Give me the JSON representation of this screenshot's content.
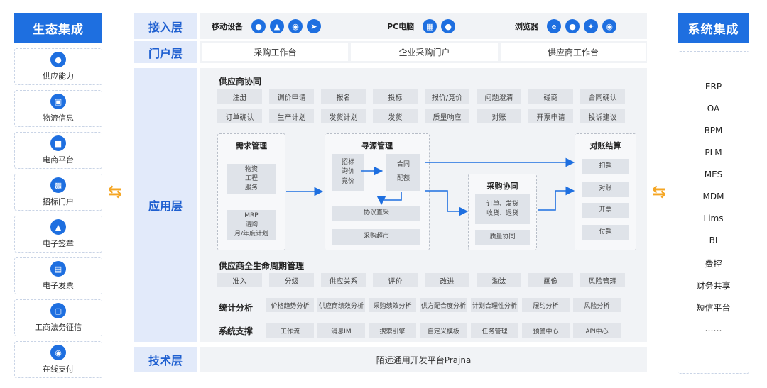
{
  "ecosystem": {
    "title": "生态集成",
    "items": [
      {
        "label": "供应能力",
        "icon": "people-icon"
      },
      {
        "label": "物流信息",
        "icon": "logistics-icon"
      },
      {
        "label": "电商平台",
        "icon": "cart-icon"
      },
      {
        "label": "招标门户",
        "icon": "portal-icon"
      },
      {
        "label": "电子签章",
        "icon": "stamp-icon"
      },
      {
        "label": "电子发票",
        "icon": "invoice-icon"
      },
      {
        "label": "工商法务征信",
        "icon": "credit-icon"
      },
      {
        "label": "在线支付",
        "icon": "payment-icon"
      }
    ]
  },
  "access_layer": {
    "label": "接入层",
    "groups": [
      {
        "label": "移动设备",
        "icons": [
          "apple-icon",
          "android-icon",
          "wechat-icon",
          "share-icon"
        ]
      },
      {
        "label": "PC电脑",
        "icons": [
          "windows-icon",
          "apple-icon"
        ]
      },
      {
        "label": "浏览器",
        "icons": [
          "ie-icon",
          "firefox-icon",
          "safari-icon",
          "chrome-icon"
        ]
      }
    ]
  },
  "portal_layer": {
    "label": "门户层",
    "items": [
      "采购工作台",
      "企业采购门户",
      "供应商工作台"
    ]
  },
  "app_layer": {
    "label": "应用层",
    "supplier_collab": {
      "title": "供应商协同",
      "row1": [
        "注册",
        "调价申请",
        "报名",
        "投标",
        "报价/竞价",
        "问题澄清",
        "磋商",
        "合同确认"
      ],
      "row2": [
        "订单确认",
        "生产计划",
        "发货计划",
        "发货",
        "质量响应",
        "对账",
        "开票申请",
        "投诉建议"
      ]
    },
    "demand": {
      "title": "需求管理",
      "box1": [
        "物资",
        "工程",
        "服务"
      ],
      "box2": [
        "MRP",
        "请购",
        "月/年度计划"
      ]
    },
    "sourcing": {
      "title": "寻源管理",
      "box1": [
        "招标",
        "询价",
        "竞价"
      ],
      "box2": [
        "合同",
        "配额"
      ],
      "btn1": "协议直采",
      "btn2": "采购超市"
    },
    "procurement": {
      "title": "采购协同",
      "box1": [
        "订单、发货",
        "收货、退货"
      ],
      "btn": "质量协同"
    },
    "settlement": {
      "title": "对账结算",
      "items": [
        "扣款",
        "对账",
        "开票",
        "付款"
      ]
    },
    "lifecycle": {
      "title": "供应商全生命周期管理",
      "items": [
        "准入",
        "分级",
        "供应关系",
        "评价",
        "改进",
        "淘汰",
        "画像",
        "风险管理"
      ]
    },
    "stats": {
      "title": "统计分析",
      "items": [
        "价格趋势分析",
        "供应商绩效分析",
        "采购绩效分析",
        "供方配合度分析",
        "计划合理性分析",
        "履约分析",
        "风险分析"
      ]
    },
    "support": {
      "title": "系统支撑",
      "items": [
        "工作流",
        "消息IM",
        "搜索引擎",
        "自定义模板",
        "任务管理",
        "预警中心",
        "API中心"
      ]
    }
  },
  "tech_layer": {
    "label": "技术层",
    "text": "陌远通用开发平台Prajna"
  },
  "system_integration": {
    "title": "系统集成",
    "items": [
      "ERP",
      "OA",
      "BPM",
      "PLM",
      "MES",
      "MDM",
      "Lims",
      "BI",
      "费控",
      "财务共享",
      "短信平台",
      "……"
    ]
  },
  "colors": {
    "brand_blue": "#1e6fe0",
    "layer_label_bg": "#e2eafa",
    "arrow_orange": "#f5a623"
  }
}
